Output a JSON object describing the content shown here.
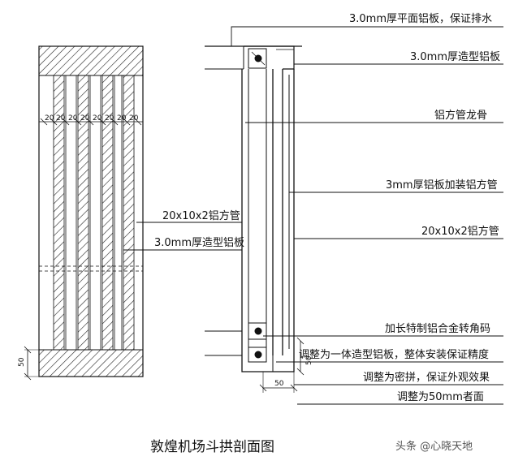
{
  "caption": "敦煌机场斗拱剖面图",
  "watermark": "头条 @心晓天地",
  "callouts": [
    "3.0mm厚平面铝板，保证排水",
    "3.0mm厚造型铝板",
    "铝方管龙骨",
    "3mm厚铝板加装铝方管",
    "20x10x2铝方管",
    "加长特制铝合金转角码",
    "调整为一体造型铝板，整体安装保证精度",
    "调整为密拼，保证外观效果",
    "调整为50mm者面"
  ],
  "left_callouts": [
    "20x10x2铝方管",
    "3.0mm厚造型铝板"
  ],
  "dimensions": {
    "slat_widths": [
      "20",
      "20",
      "20",
      "20",
      "20",
      "20",
      "20",
      "20"
    ],
    "left_base_height": "50",
    "right_base_height": "50",
    "right_base_width": "50"
  },
  "colors": {
    "line": "#111111",
    "hatch": "#222222",
    "background": "#ffffff"
  }
}
